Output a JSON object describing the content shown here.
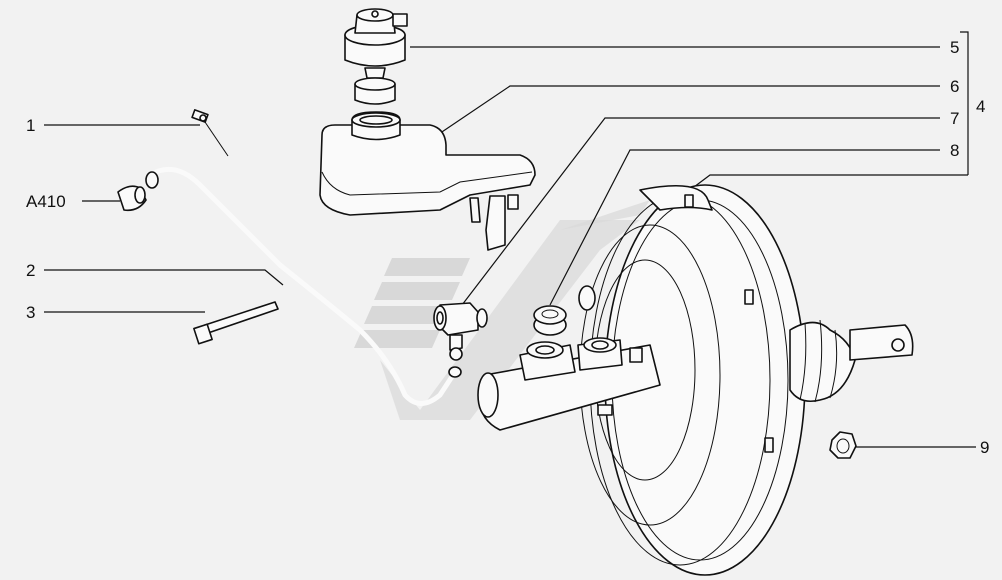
{
  "diagram": {
    "callouts": [
      {
        "id": "1",
        "text": "1"
      },
      {
        "id": "A410",
        "text": "A410"
      },
      {
        "id": "2",
        "text": "2"
      },
      {
        "id": "3",
        "text": "3"
      },
      {
        "id": "5",
        "text": "5"
      },
      {
        "id": "6",
        "text": "6"
      },
      {
        "id": "7",
        "text": "7"
      },
      {
        "id": "8",
        "text": "8"
      },
      {
        "id": "4",
        "text": "4"
      },
      {
        "id": "9",
        "text": "9"
      }
    ]
  }
}
